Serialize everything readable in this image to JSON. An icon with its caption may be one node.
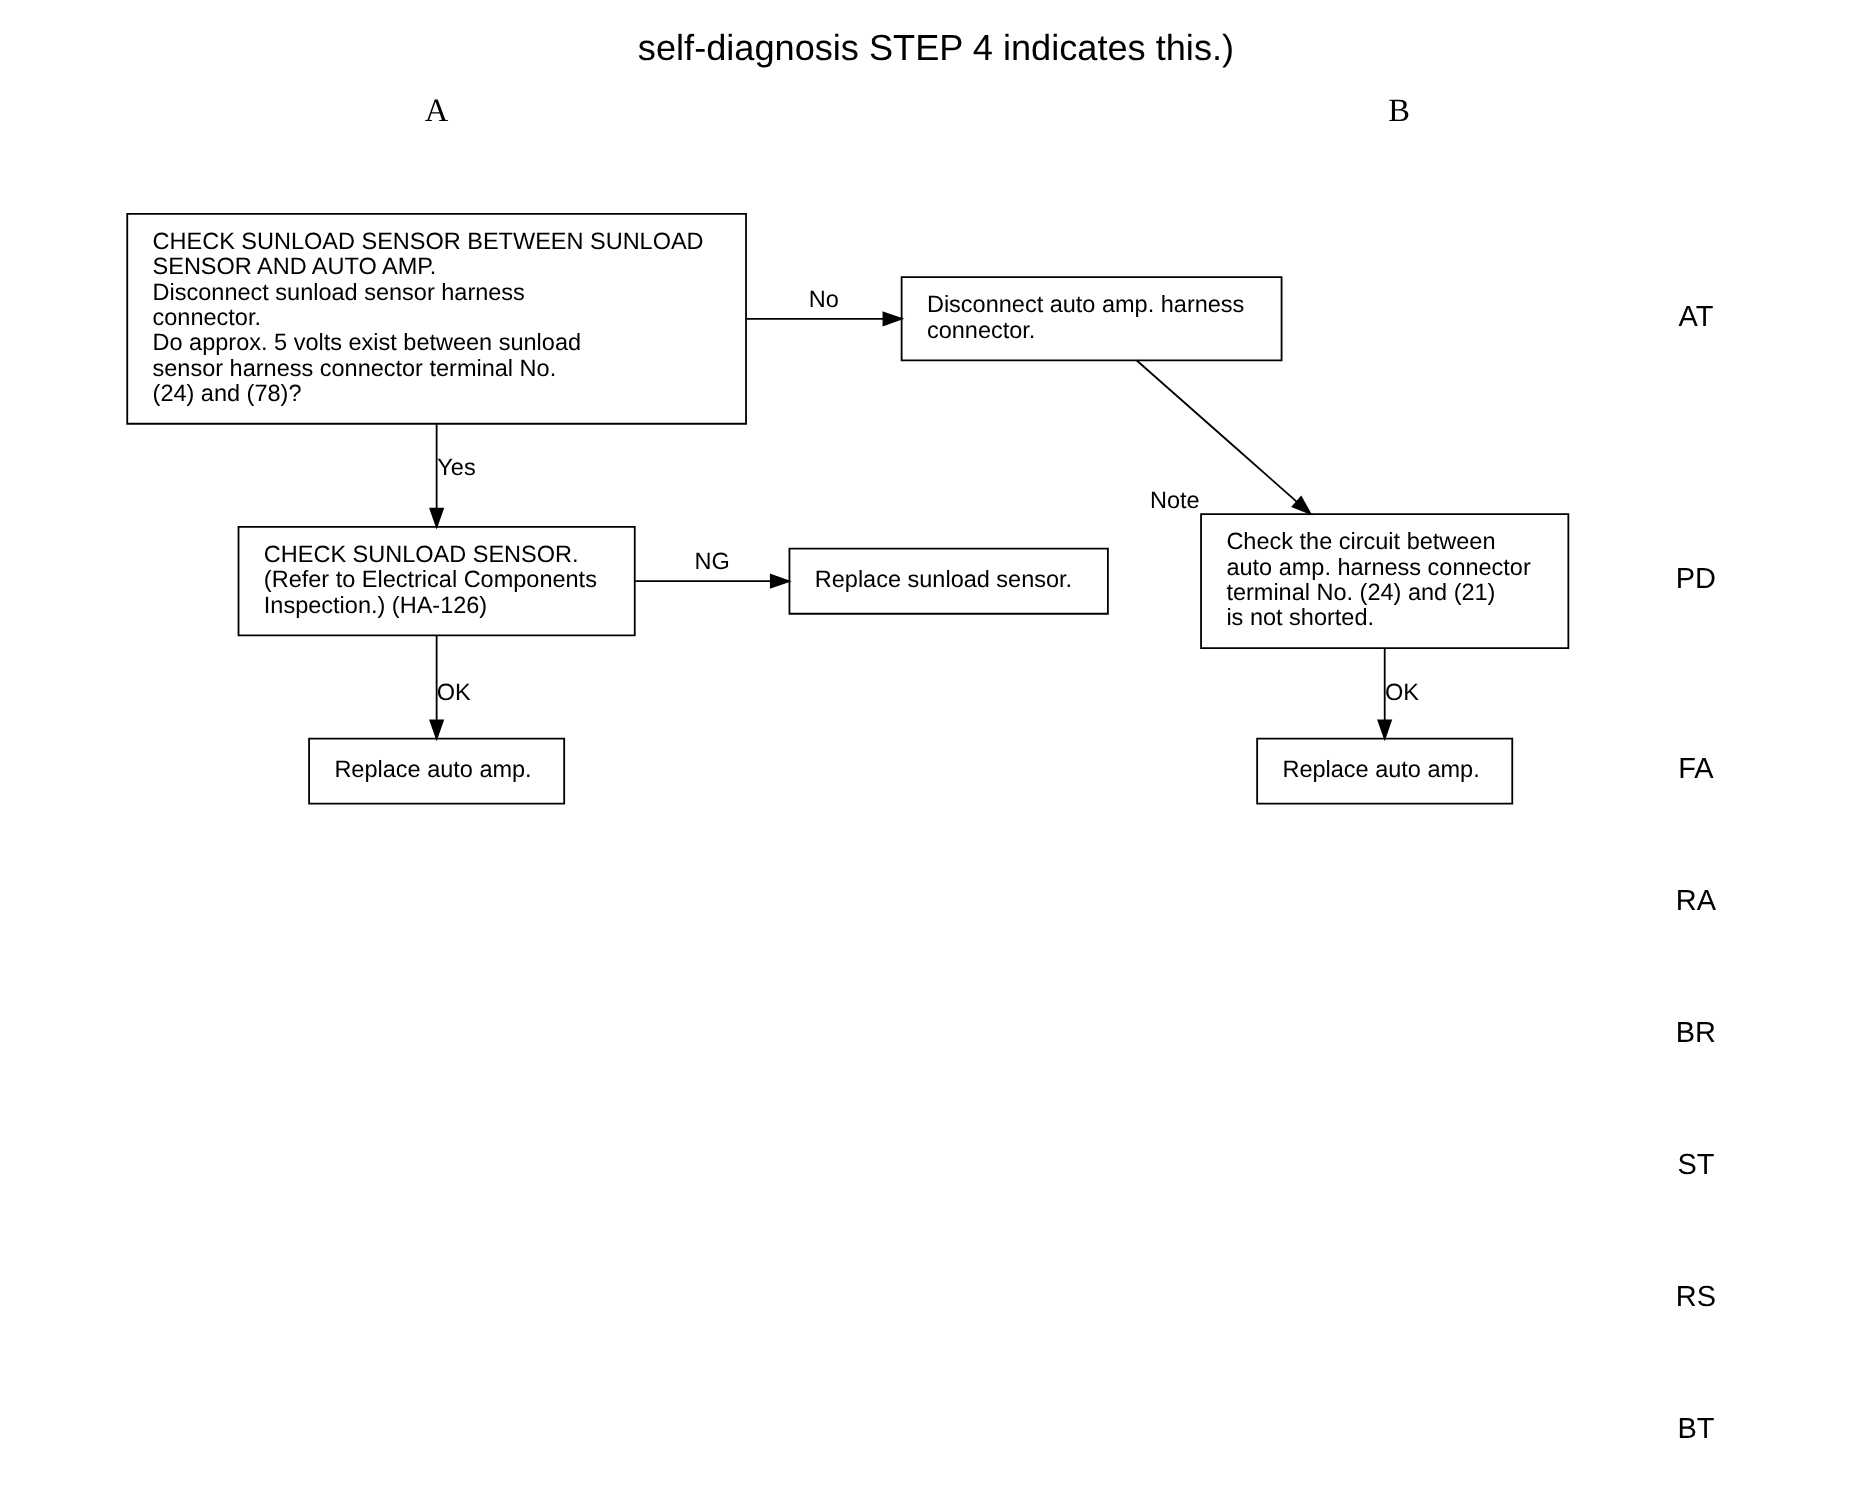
{
  "diagram": {
    "title": "self-diagnosis STEP 4 indicates this.)",
    "nodes": [
      {
        "text": [
          "CHECK SUNLOAD SENSOR BETWEEN SUNLOAD SENSOR AND AUTO AMP.",
          "Disconnect sunload sensor harness connector.",
          "Do approx. 5 volts exist between sunload sensor harness connector terminal No. (24) and (78)?"
        ]
      },
      {
        "text": [
          "Disconnect auto amp. harness connector."
        ]
      },
      {
        "text": [
          "Check the circuit between auto amp. harness connector terminal No. (24) and (21) is not shorted."
        ],
        "beside": [
          "Note"
        ]
      },
      {
        "text": [
          "Replace auto amp."
        ]
      },
      {
        "text": [
          "CHECK SUNLOAD SENSOR.",
          "(Refer to Electrical Components Inspection.) (HA-126)"
        ]
      },
      {
        "text": [
          "Replace sunload sensor."
        ]
      },
      {
        "text": [
          "Replace auto amp."
        ]
      }
    ],
    "edges": [
      {
        "from": 0,
        "to": 1,
        "arrow": "to",
        "label": "No"
      },
      {
        "from": 0,
        "to": 4,
        "arrow": "to",
        "label": "Yes"
      },
      {
        "from": 1,
        "to": 2,
        "arrow": "to"
      },
      {
        "from": 2,
        "to": 3,
        "arrow": "to",
        "label": "OK"
      },
      {
        "from": 4,
        "to": 5,
        "arrow": "to",
        "label": "NG"
      },
      {
        "from": 4,
        "to": 6,
        "arrow": "to",
        "label": "OK"
      }
    ],
    "labels": [
      "A",
      "B",
      "AT",
      "PD",
      "FA",
      "RA",
      "BR",
      "ST",
      "RS",
      "BT"
    ]
  }
}
